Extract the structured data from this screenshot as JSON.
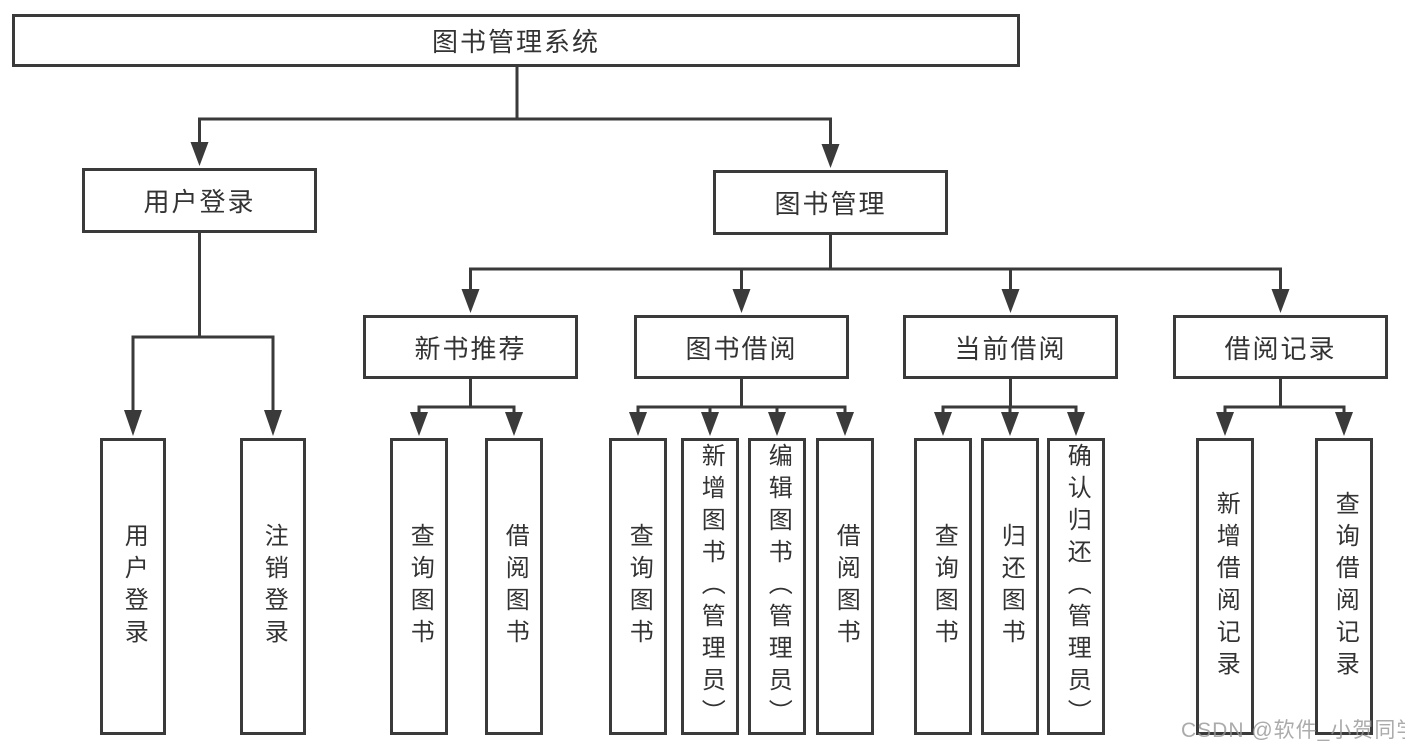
{
  "diagram": {
    "root": "图书管理系统",
    "user_login": {
      "label": "用户登录",
      "children": {
        "login": "用户登录",
        "logout": "注销登录"
      }
    },
    "book_management": {
      "label": "图书管理",
      "children": {
        "new_books": {
          "label": "新书推荐",
          "children": {
            "query": "查询图书",
            "borrow": "借阅图书"
          }
        },
        "book_borrow": {
          "label": "图书借阅",
          "children": {
            "query": "查询图书",
            "add": "新增图书（管理员）",
            "edit": "编辑图书（管理员）",
            "borrow": "借阅图书"
          }
        },
        "current_borrow": {
          "label": "当前借阅",
          "children": {
            "query": "查询图书",
            "return": "归还图书",
            "confirm": "确认归还（管理员）"
          }
        },
        "borrow_records": {
          "label": "借阅记录",
          "children": {
            "add": "新增借阅记录",
            "query": "查询借阅记录"
          }
        }
      }
    }
  },
  "watermark": "CSDN @软件_小贺同学",
  "colors": {
    "line": "#3a3a3a",
    "text": "#333333",
    "background": "#ffffff",
    "watermark": "#969696"
  }
}
